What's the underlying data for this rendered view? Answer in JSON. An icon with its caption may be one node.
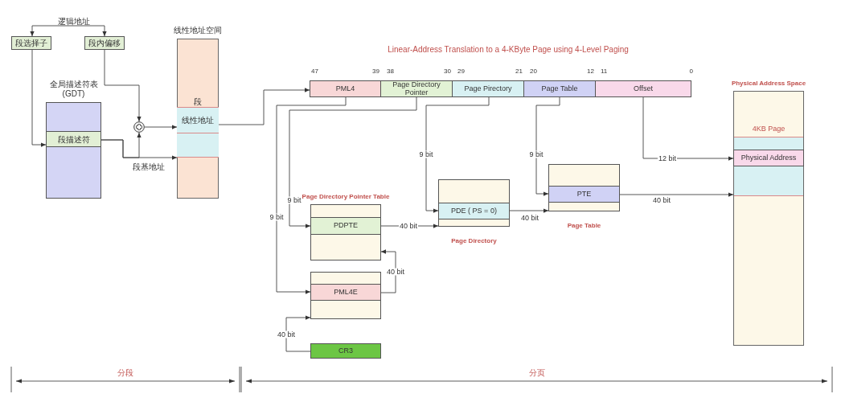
{
  "diagram": {
    "title": "Linear-Address Translation to a 4-KByte Page using 4-Level Paging",
    "nodes": [
      {
        "text": [
          "逻辑地址"
        ]
      },
      {
        "text": [
          "段选择子"
        ]
      },
      {
        "text": [
          "段内偏移"
        ]
      },
      {
        "text": [
          "线性地址空间",
          "段"
        ]
      },
      {
        "text": [
          "线性地址"
        ],
        "in": 3
      },
      {
        "text": [
          "全局描述符表 (GDT)"
        ]
      },
      {
        "text": [
          "段描述符"
        ],
        "in": 5
      },
      {
        "text": [],
        "shape": "circle"
      },
      {
        "text": [
          "PML4"
        ]
      },
      {
        "text": [
          "Page Directory Pointer"
        ]
      },
      {
        "text": [
          "Page Pirectory"
        ]
      },
      {
        "text": [
          "Page Table"
        ]
      },
      {
        "text": [
          "Offset"
        ]
      },
      {
        "text": [
          "Physical Address Space",
          "4KB Page"
        ]
      },
      {
        "text": [
          "Physical Address"
        ],
        "in": 13
      },
      {
        "text": [
          "Page Directory Pointer Table"
        ]
      },
      {
        "text": [
          "PDPTE"
        ],
        "in": 15
      },
      {
        "text": [
          "Page Directory"
        ]
      },
      {
        "text": [
          "PDE ( PS = 0)"
        ],
        "in": 17
      },
      {
        "text": [
          "Page  Table"
        ]
      },
      {
        "text": [
          "PTE"
        ],
        "in": 19
      },
      {
        "text": [],
        "shape": "box"
      },
      {
        "text": [
          "PML4E"
        ],
        "in": 21
      },
      {
        "text": [
          "CR3"
        ]
      },
      {
        "text": [],
        "shape": "box",
        "in": 3
      }
    ],
    "edges": [
      {
        "from": 0,
        "to": 1,
        "arrow": "to"
      },
      {
        "from": 0,
        "to": 2,
        "arrow": "to"
      },
      {
        "from": 1,
        "to": 6,
        "arrow": "to"
      },
      {
        "from": 2,
        "to": 7,
        "arrow": "to"
      },
      {
        "from": 6,
        "to": 7,
        "arrow": "to"
      },
      {
        "from": 6,
        "to": 3,
        "arrow": "to",
        "label": "段基地址"
      },
      {
        "from": 7,
        "to": 4,
        "arrow": "to"
      },
      {
        "from": 4,
        "to": 8,
        "arrow": "to"
      },
      {
        "from": 8,
        "to": 22,
        "arrow": "to",
        "label": "9 bit"
      },
      {
        "from": 9,
        "to": 16,
        "arrow": "to",
        "label": "9 bit"
      },
      {
        "from": 10,
        "to": 18,
        "arrow": "to",
        "label": "9 bit"
      },
      {
        "from": 11,
        "to": 20,
        "arrow": "to",
        "label": "9 bit"
      },
      {
        "from": 12,
        "to": 14,
        "arrow": "to",
        "label": "12 bit"
      },
      {
        "from": 23,
        "to": 21,
        "arrow": "to",
        "label": "40 bit"
      },
      {
        "from": 22,
        "to": 15,
        "arrow": "to",
        "label": "40 bit"
      },
      {
        "from": 16,
        "to": 17,
        "arrow": "to",
        "label": "40 bit"
      },
      {
        "from": 18,
        "to": 19,
        "arrow": "to",
        "label": "40 bit"
      },
      {
        "from": 20,
        "to": 13,
        "arrow": "to",
        "label": "40 bit"
      }
    ],
    "labels": [
      "47",
      "39",
      "38",
      "30",
      "29",
      "21",
      "20",
      "12",
      "11",
      "0",
      "分段",
      "分页"
    ]
  }
}
